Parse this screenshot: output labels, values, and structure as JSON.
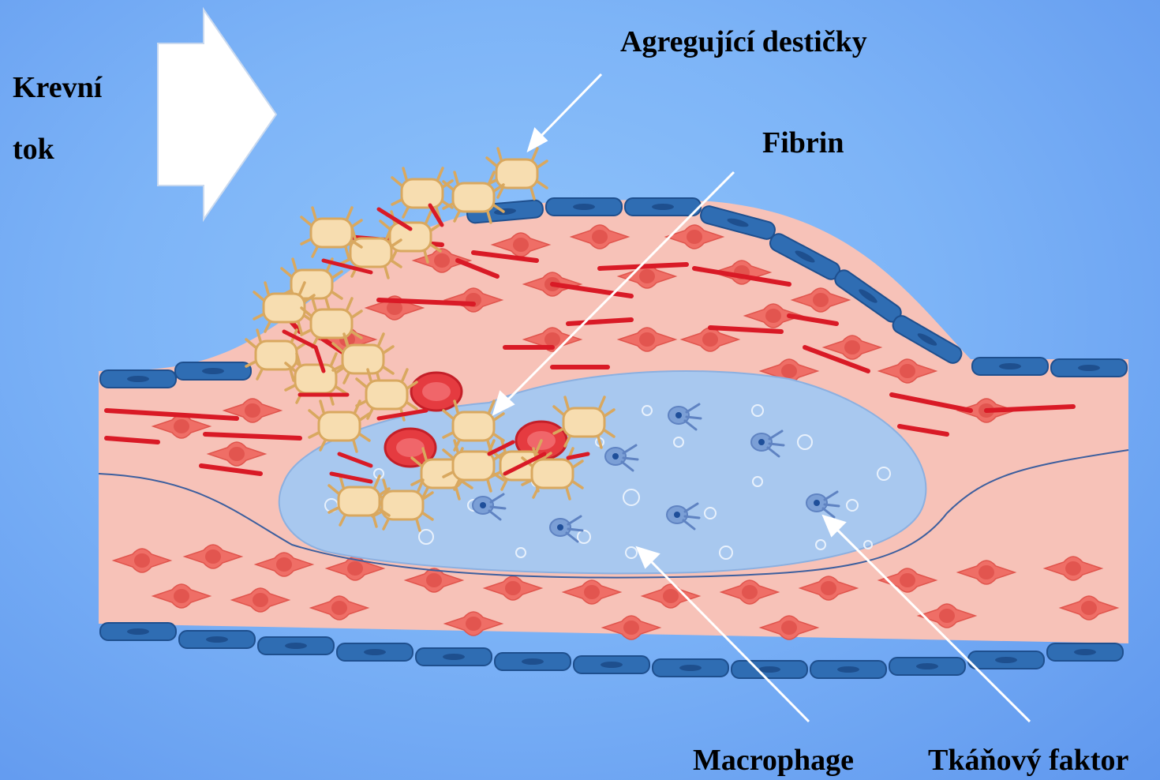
{
  "labels": {
    "blood_flow_line1": "Krevní",
    "blood_flow_line2": "tok",
    "aggregating_platelets": "Agregující destičky",
    "fibrin": "Fibrin",
    "macrophage": "Macrophage",
    "tissue_factor": "Tkáňový faktor"
  },
  "colors": {
    "background": "#7db4f7",
    "vessel_wall": "#f7c2b8",
    "endothelium": "#2f6db3",
    "smooth_muscle_cell": "#ef6e66",
    "fibrin": "#d91a26",
    "platelet": "#f7ddb0",
    "platelet_outline": "#d9a85f",
    "lipid_core": "#a8c8ef",
    "macrophage": "#7b9fd6",
    "arrow": "#ffffff"
  }
}
